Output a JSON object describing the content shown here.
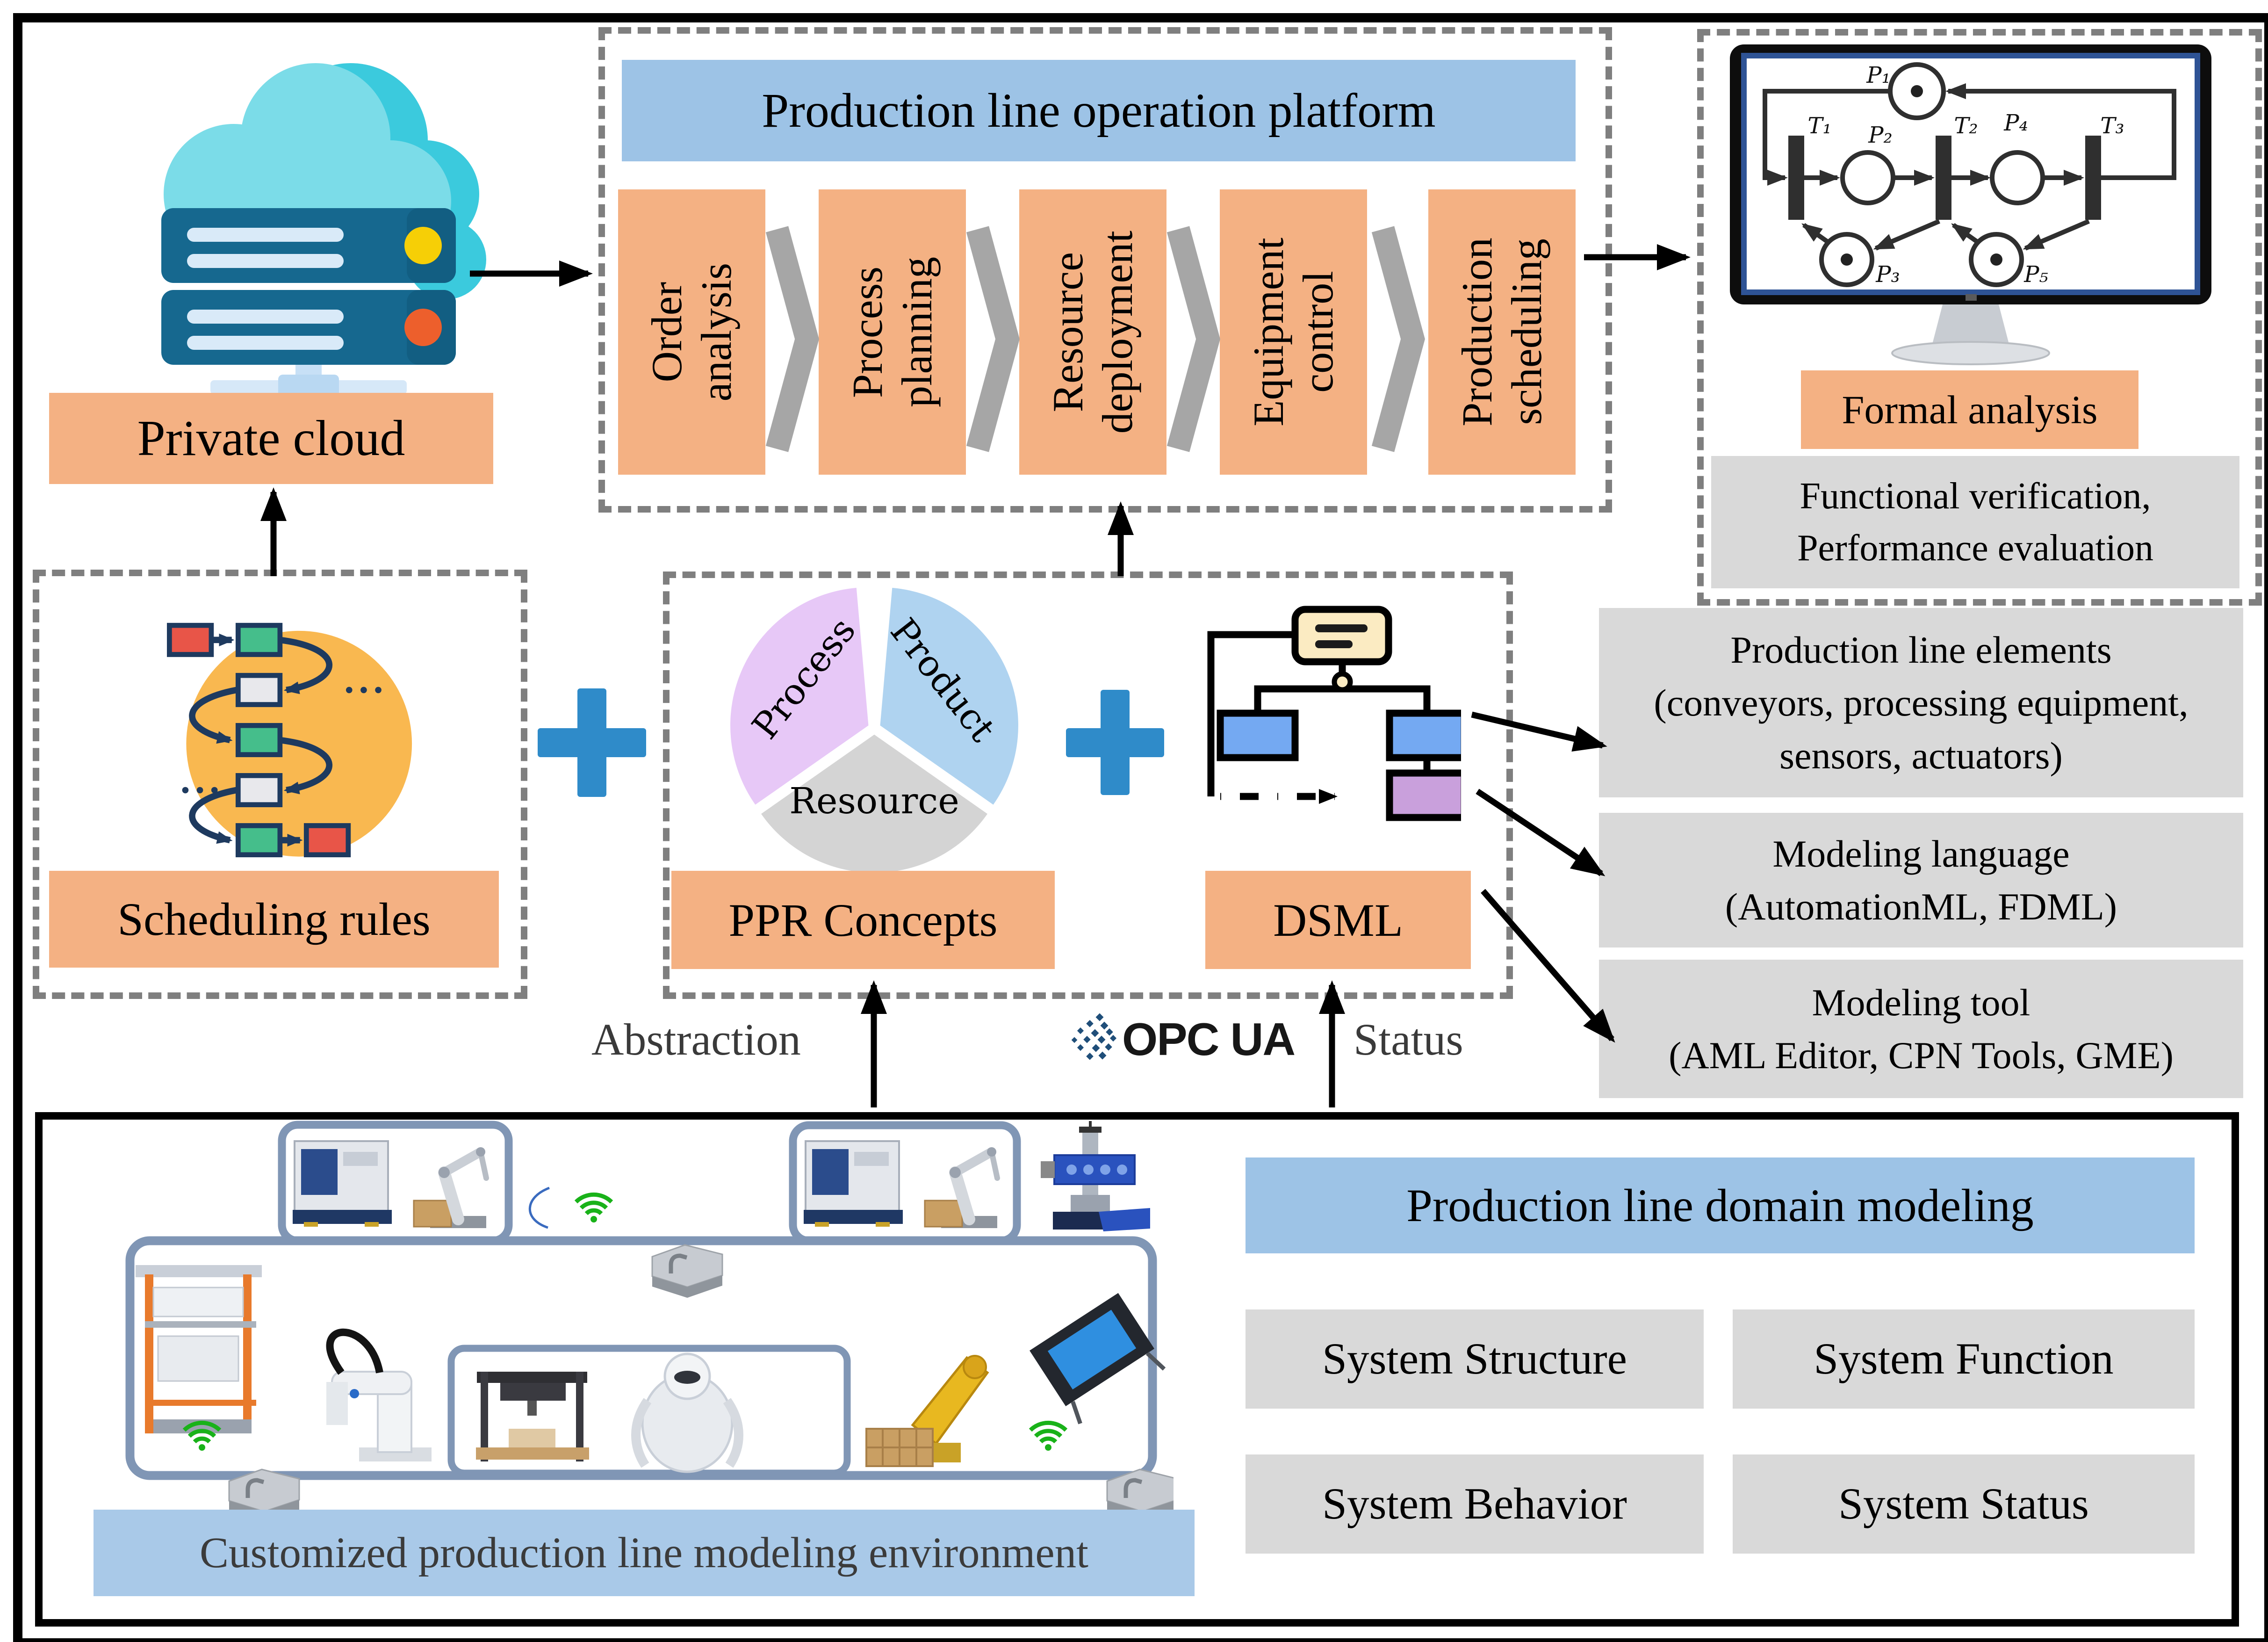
{
  "colors": {
    "orange_box": "#F4B183",
    "blue_header": "#9DC3E6",
    "gray_box": "#D9D9D9",
    "plus_blue": "#2F8BC9",
    "dashed_border": "#7F7F7F",
    "env_label_bg": "#A9C9E8",
    "wifi_green": "#19B219"
  },
  "cloud": {
    "label": "Private cloud"
  },
  "platform": {
    "title": "Production line operation platform",
    "stages": [
      "Order\nanalysis",
      "Process\nplanning",
      "Resource\ndeployment",
      "Equipment\ncontrol",
      "Production\nscheduling"
    ]
  },
  "analysis": {
    "label": "Formal analysis",
    "detail": "Functional verification,\nPerformance evaluation",
    "petri": {
      "p1": "P₁",
      "t1": "T₁",
      "p2": "P₂",
      "t2": "T₂",
      "p4": "P₄",
      "t3": "T₃",
      "p3": "P₃",
      "p5": "P₅"
    }
  },
  "middle": {
    "scheduling_label": "Scheduling rules",
    "ppr_label": "PPR Concepts",
    "pie": {
      "process": "Process",
      "product": "Product",
      "resource": "Resource"
    },
    "dsml_label": "DSML",
    "abstraction_label": "Abstraction",
    "status_label": "Status",
    "opcua_label": "OPC UA"
  },
  "outputs": [
    "Production line elements\n(conveyors, processing equipment,\nsensors, actuators)",
    "Modeling language\n(AutomationML, FDML)",
    "Modeling tool\n(AML Editor, CPN Tools, GME)"
  ],
  "bottom": {
    "env_label": "Customized production line modeling environment",
    "domain_title": "Production line domain modeling",
    "domain_boxes": [
      "System Structure",
      "System Function",
      "System Behavior",
      "System Status"
    ]
  }
}
